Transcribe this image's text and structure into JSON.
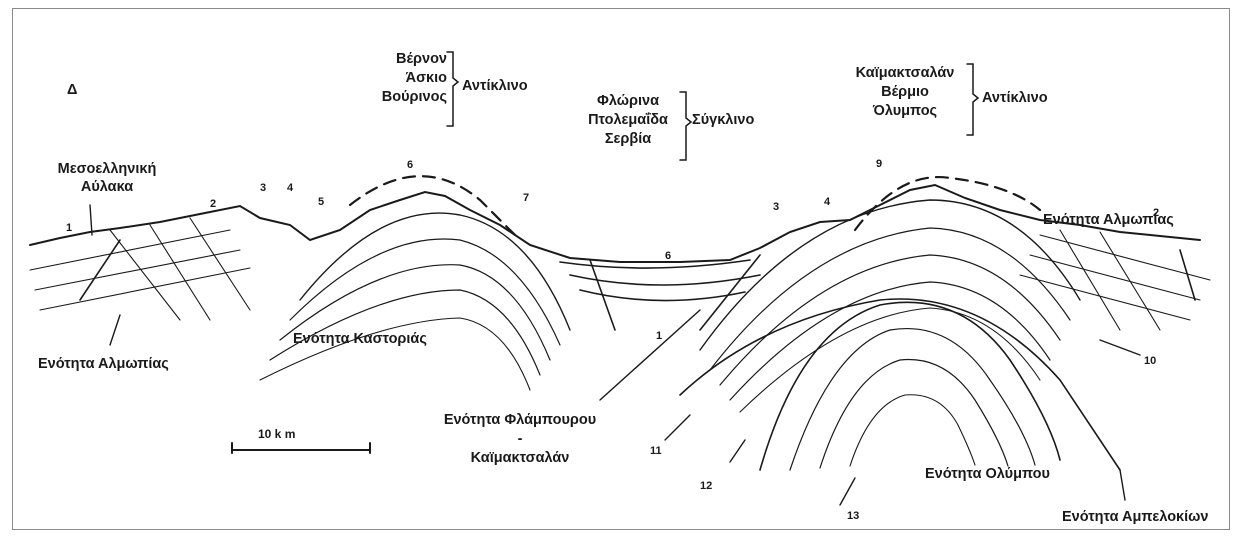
{
  "direction_label": "Δ",
  "anticline_left": {
    "names": [
      "Βέρνον",
      "Άσκιο",
      "Βούρινος"
    ],
    "type": "Αντίκλινο"
  },
  "syncline_middle": {
    "names": [
      "Φλώρινα",
      "Πτολεμαΐδα",
      "Σερβία"
    ],
    "type": "Σύγκλινο"
  },
  "anticline_right": {
    "names": [
      "Καϊμακτσαλάν",
      "Βέρμιο",
      "Όλυμπος"
    ],
    "type": "Αντίκλινο"
  },
  "labels": {
    "mesoellinic_1": "Μεσοελληνική",
    "mesoellinic_2": "Αύλακα",
    "almopias_right": "Ενότητα Αλμωπίας",
    "almopias_left": "Ενότητα Αλμωπίας",
    "kastorias": "Ενότητα Καστοριάς",
    "flampourou_1": "Ενότητα Φλάμπουρου -",
    "flampourou_2": "Καϊμακτσαλάν",
    "olympou": "Ενότητα Ολύμπου",
    "ampelokion": "Ενότητα Αμπελοκίων"
  },
  "scale_label": "10   k m",
  "numbers": {
    "n1a": "1",
    "n2a": "2",
    "n3a": "3",
    "n4a": "4",
    "n5": "5",
    "n6a": "6",
    "n7": "7",
    "n6b": "6",
    "n3b": "3",
    "n4b": "4",
    "n9": "9",
    "n2b": "2",
    "n1b": "1",
    "n10": "10",
    "n11": "11",
    "n12": "12",
    "n13": "13"
  }
}
